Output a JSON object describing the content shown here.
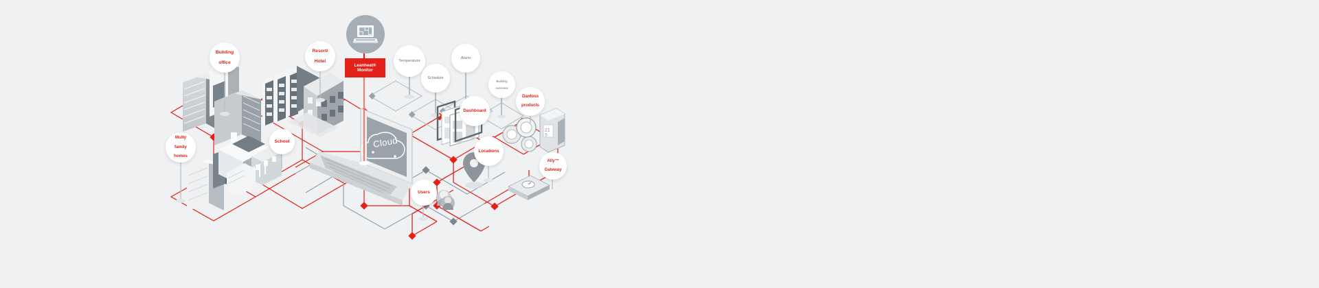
{
  "page": {
    "title": "Danfoss Leanheat Monitor connected buildings diagram",
    "background_color": "#f0f1f2",
    "accent_red": "#e32119",
    "accent_gray": "#6b747c",
    "medallion_gray": "#a5aeb4"
  },
  "nodes": {
    "building_office": {
      "label_line1": "Building",
      "label_line2": "office",
      "color": "red"
    },
    "resort_hotel": {
      "label_line1": "Resort/",
      "label_line2": "Hotel",
      "color": "red"
    },
    "multy_family": {
      "label_line1": "Multy",
      "label_line2": "family",
      "label_line3": "homes",
      "color": "red"
    },
    "school": {
      "label_line1": "School",
      "color": "red"
    },
    "leanheat_monitor": {
      "label_line1": "Leanheat®",
      "label_line2": "Monitor",
      "color": "red-box"
    },
    "temperature": {
      "label_line1": "Temperature",
      "color": "gray"
    },
    "schedule": {
      "label_line1": "Schedule",
      "color": "gray"
    },
    "alarm": {
      "label_line1": "Alarm",
      "color": "gray"
    },
    "building_overview": {
      "label_line1": "Building",
      "label_line2": "overview",
      "color": "gray"
    },
    "dashboard": {
      "label_line1": "Dashboard",
      "color": "red"
    },
    "danfoss_products": {
      "label_line1": "Danfoss",
      "label_line2": "products",
      "color": "red"
    },
    "locations": {
      "label_line1": "Locations",
      "color": "red"
    },
    "users": {
      "label_line1": "Users",
      "color": "red"
    },
    "ally_gateway": {
      "label_line1": "Ally™",
      "label_line2": "Gateway",
      "color": "red"
    },
    "cloud": {
      "label_line1": "Cloud",
      "color": "white"
    }
  },
  "icons": {
    "laptop_medallion": "laptop-icon",
    "cloud_laptop": "cloud-laptop-icon",
    "dashboard_screens": "monitor-screens-icon",
    "location_pin": "map-pin-icon",
    "users_avatars": "user-avatars-icon",
    "thermostat_dials": "thermostat-dial-icon",
    "ally_gateway_device": "gateway-device-icon",
    "office_tower": "office-tower-icon",
    "hotel_block": "hotel-building-icon",
    "apartment_block": "apartment-building-icon",
    "school_building": "school-building-icon"
  }
}
